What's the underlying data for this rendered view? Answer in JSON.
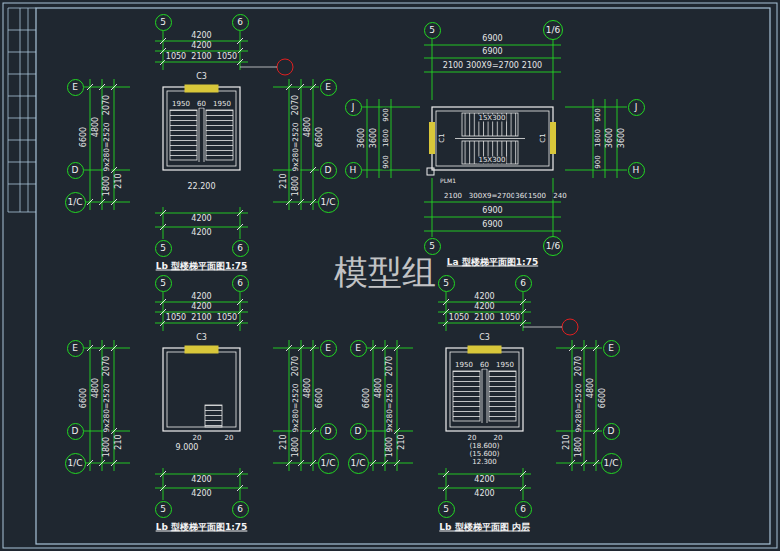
{
  "diagram": {
    "nodes": [
      {
        "text": [
          "5"
        ]
      },
      {
        "text": [
          "6"
        ]
      },
      {
        "text": [
          "E"
        ]
      },
      {
        "text": [
          "E"
        ]
      },
      {
        "text": [
          "D"
        ]
      },
      {
        "text": [
          "D"
        ]
      },
      {
        "text": [
          "1/C"
        ]
      },
      {
        "text": [
          "1/C"
        ]
      },
      {
        "text": [
          "5"
        ]
      },
      {
        "text": [
          "6"
        ]
      },
      {
        "text": [
          "5"
        ]
      },
      {
        "text": [
          "1/6"
        ]
      },
      {
        "text": [
          "J"
        ]
      },
      {
        "text": [
          "J"
        ]
      },
      {
        "text": [
          "H"
        ]
      },
      {
        "text": [
          "H"
        ]
      },
      {
        "text": [
          "5"
        ]
      },
      {
        "text": [
          "1/6"
        ]
      },
      {
        "text": [
          "5"
        ]
      },
      {
        "text": [
          "6"
        ]
      },
      {
        "text": [
          "E"
        ]
      },
      {
        "text": [
          "E"
        ]
      },
      {
        "text": [
          "D"
        ]
      },
      {
        "text": [
          "D"
        ]
      },
      {
        "text": [
          "1/C"
        ]
      },
      {
        "text": [
          "1/C"
        ]
      },
      {
        "text": [
          "5"
        ]
      },
      {
        "text": [
          "6"
        ]
      },
      {
        "text": [
          "5"
        ]
      },
      {
        "text": [
          "6"
        ]
      },
      {
        "text": [
          "E"
        ]
      },
      {
        "text": [
          "E"
        ]
      },
      {
        "text": [
          "D"
        ]
      },
      {
        "text": [
          "D"
        ]
      },
      {
        "text": [
          "1/C"
        ]
      },
      {
        "text": [
          "1/C"
        ]
      },
      {
        "text": [
          "5"
        ]
      },
      {
        "text": [
          "6"
        ]
      }
    ],
    "labels": [
      "4200",
      "4200",
      "1050",
      "2100",
      "1050",
      "C3",
      "6600",
      "4800",
      "2070",
      "9x280=2520",
      "1800",
      "210",
      "2070",
      "9x280=2520",
      "4800",
      "6600",
      "1800",
      "210",
      "4200",
      "4200",
      "1950",
      "60",
      "1950",
      "22.200",
      "Lb 型楼梯平面图1:75",
      "6900",
      "6900",
      "2100",
      "300X9=2700",
      "2100",
      "15X300",
      "15X300",
      "C1",
      "C1",
      "3600",
      "3600",
      "900",
      "1800",
      "900",
      "900",
      "1800",
      "900",
      "3600",
      "3600",
      "PLM1",
      "2100",
      "300X9=2700",
      "360",
      "1500",
      "240",
      "6900",
      "6900",
      "La 型楼梯平面图1:75",
      "4200",
      "4200",
      "1050",
      "2100",
      "1050",
      "C3",
      "6600",
      "4800",
      "2070",
      "9x280=2520",
      "1800",
      "210",
      "2070",
      "9x280=2520",
      "4800",
      "6600",
      "1800",
      "210",
      "4200",
      "4200",
      "9.000",
      "20",
      "20",
      "Lb 型楼梯平面图1:75",
      "4200",
      "4200",
      "1050",
      "2100",
      "1050",
      "C3",
      "6600",
      "4800",
      "2070",
      "9x280=2520",
      "1800",
      "210",
      "2070",
      "9x280=2520",
      "4800",
      "6600",
      "1800",
      "210",
      "4200",
      "4200",
      "1950",
      "60",
      "1950",
      "20",
      "20",
      "(18.600)",
      "(15.600)",
      "12.300",
      "Lb 型楼梯平面图 内层",
      "模型组"
    ]
  }
}
